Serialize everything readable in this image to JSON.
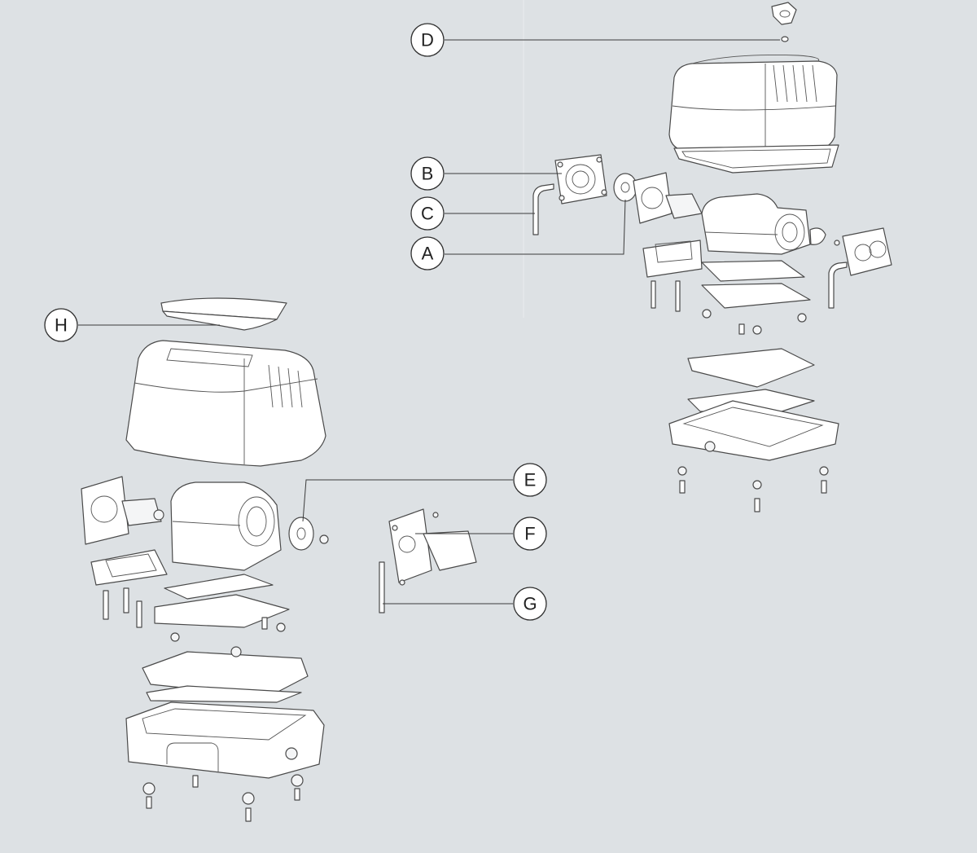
{
  "diagram": {
    "background": "#dde1e4",
    "line_color": "#4a4a4a",
    "callouts": [
      {
        "id": "D",
        "label": "D",
        "part": "small-fitting"
      },
      {
        "id": "B",
        "label": "B",
        "part": "valve-plate"
      },
      {
        "id": "C",
        "label": "C",
        "part": "air-tube"
      },
      {
        "id": "A",
        "label": "A",
        "part": "diaphragm"
      },
      {
        "id": "H",
        "label": "H",
        "part": "filter-cover"
      },
      {
        "id": "E",
        "label": "E",
        "part": "diaphragm"
      },
      {
        "id": "F",
        "label": "F",
        "part": "valve-chamber"
      },
      {
        "id": "G",
        "label": "G",
        "part": "air-tube"
      }
    ]
  }
}
